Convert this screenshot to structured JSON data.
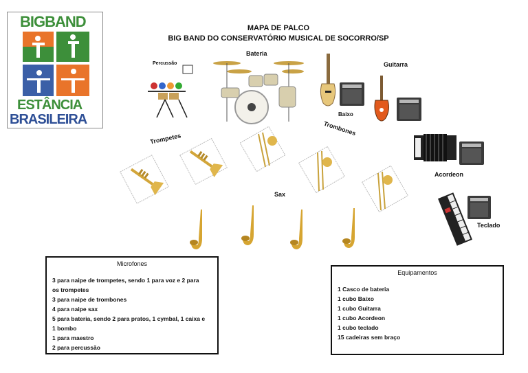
{
  "logo": {
    "top_text": "BIGBAND",
    "bottom_text_1": "ESTÂNCIA",
    "bottom_text_2": "BRASILEIRA",
    "colors": {
      "green": "#3d8f3a",
      "orange": "#e9742a",
      "blue": "#3b5fa7",
      "text_green": "#3d8f3a",
      "text_blue": "#2e4f96"
    }
  },
  "header": {
    "title_line1": "MAPA DE PALCO",
    "title_line2": "BIG BAND DO CONSERVATÓRIO MUSICAL DE SOCORRO/SP"
  },
  "stage": {
    "labels": {
      "bateria": "Bateria",
      "percussao": "Percussão",
      "guitarra": "Guitarra",
      "baixo": "Baixo",
      "trompetes": "Trompetes",
      "trombones": "Trombones",
      "sax": "Sax",
      "acordeon": "Acordeon",
      "teclado": "Teclado"
    }
  },
  "microfones": {
    "title": "Microfones",
    "items": [
      "3 para naipe de  trompetes, sendo 1 para voz e 2 para",
      "os trompetes",
      "3 para naipe de trombones",
      "4 para naipe sax",
      "5 para bateria, sendo 2 para pratos, 1 cymbal, 1 caixa e",
      "1 bombo",
      "1 para maestro",
      "2 para percussão"
    ]
  },
  "equipamentos": {
    "title": "Equipamentos",
    "items": [
      "1 Casco de bateria",
      "1 cubo Baixo",
      "1 cubo Guitarra",
      "1 cubo Acordeon",
      "1 cubo teclado",
      "15 cadeiras sem braço"
    ]
  }
}
